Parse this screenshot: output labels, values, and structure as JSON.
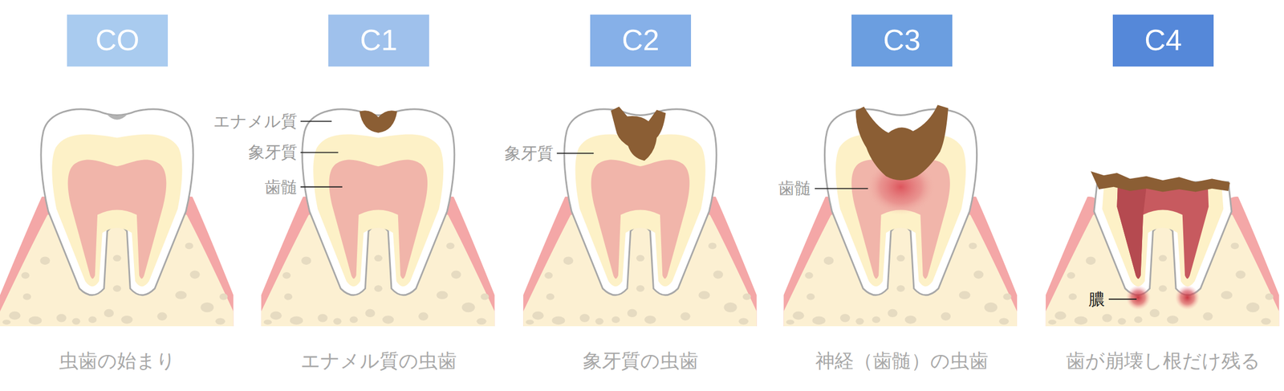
{
  "diagram": {
    "nodes": [
      {
        "text": [
          "CO"
        ]
      },
      {
        "text": [
          "C1"
        ]
      },
      {
        "text": [
          "C2"
        ]
      },
      {
        "text": [
          "C3"
        ]
      },
      {
        "text": [
          "C4"
        ]
      }
    ],
    "labels": [
      "エナメル質",
      "象牙質",
      "歯髄",
      "象牙質",
      "歯髄",
      "膿",
      "虫歯の始まり",
      "エナメル質の虫歯",
      "象牙質の虫歯",
      "神経（歯髄）の虫歯",
      "歯が崩壊し根だけ残る"
    ]
  }
}
